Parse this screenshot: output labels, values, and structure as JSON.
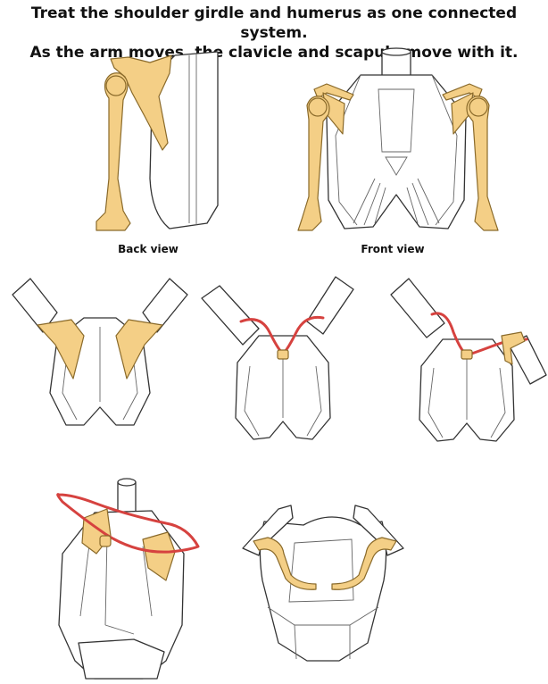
{
  "header": {
    "line1": "Treat the shoulder girdle and humerus as one connected system.",
    "line2": "As the arm moves, the clavicle and scapula move with it."
  },
  "captions": {
    "back_view": "Back view",
    "front_view": "Front view"
  },
  "colors": {
    "bone_fill": "#f4cf86",
    "bone_stroke": "#8a6a2a",
    "clavicle_link": "#d6423f",
    "torso_fill": "#ffffff",
    "outline": "#333333"
  }
}
